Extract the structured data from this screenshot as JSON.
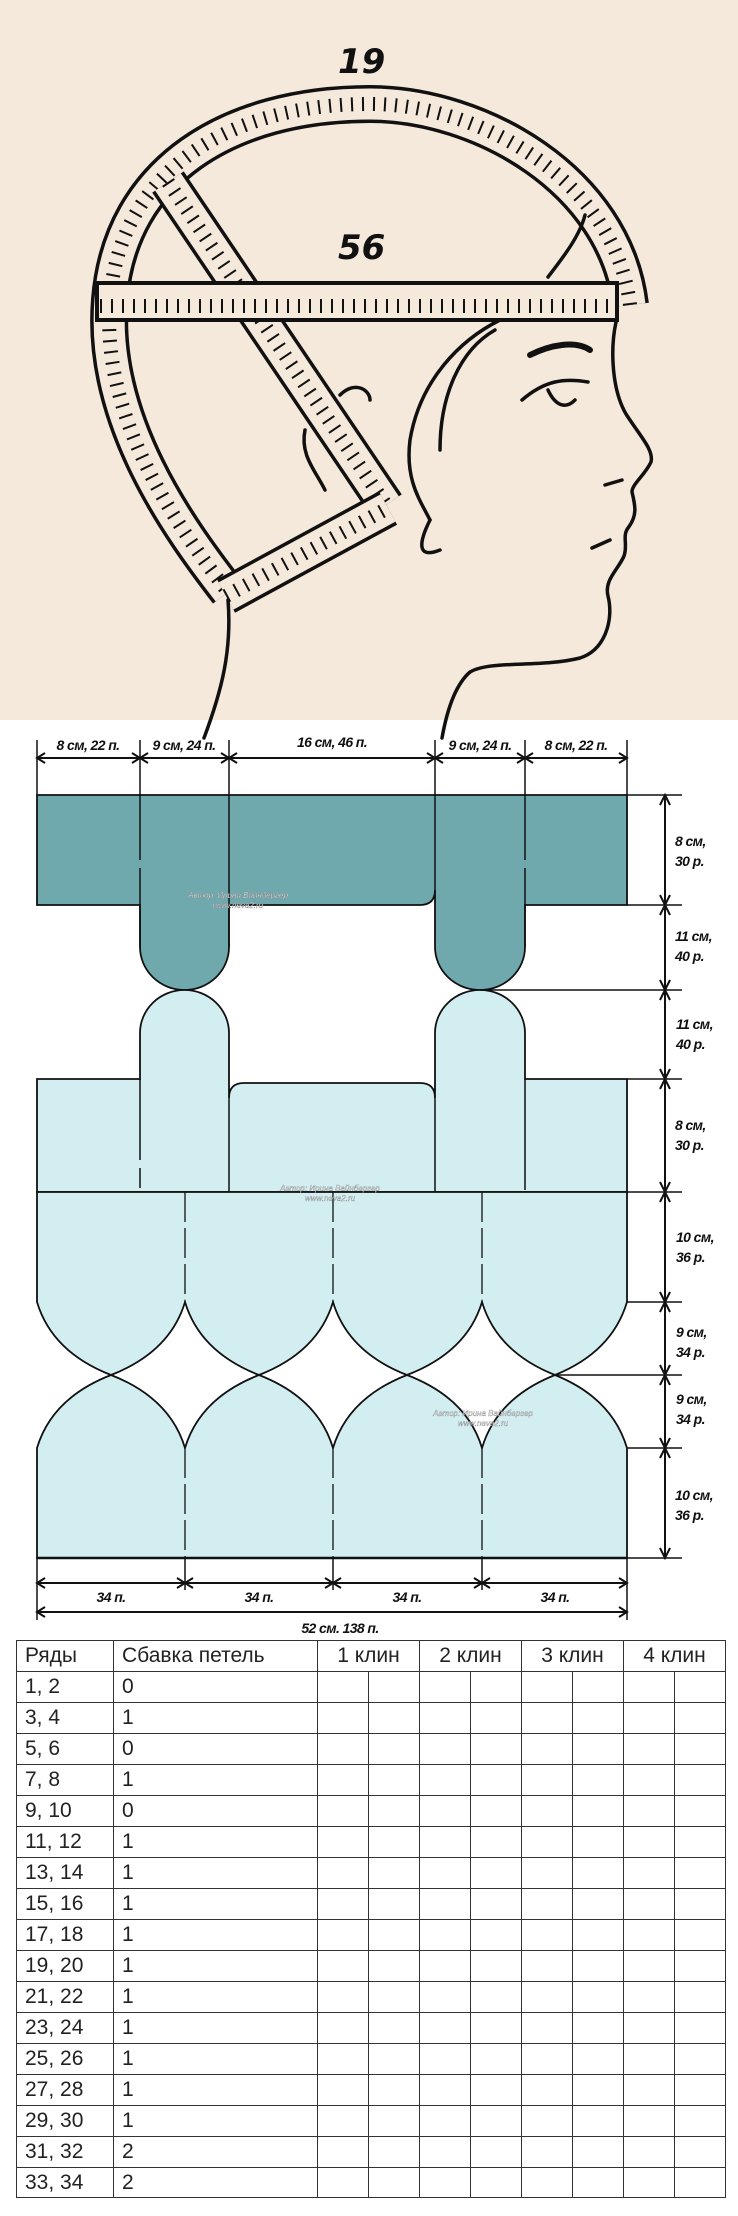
{
  "illustration": {
    "background": "#f5e9dc",
    "labels": {
      "crown": "19",
      "circumference": "56"
    }
  },
  "diagram": {
    "colors": {
      "crown": "#6fa9ae",
      "body": "#d3eef1",
      "line": "#111111"
    },
    "top_dims": [
      "8 см, 22 п.",
      "9 см, 24 п.",
      "16 см, 46 п.",
      "9 см, 24 п.",
      "8 см, 22 п."
    ],
    "right_dims": [
      {
        "cm": "8 см,",
        "rows": "30 р."
      },
      {
        "cm": "11 см,",
        "rows": "40 р."
      },
      {
        "cm": "11 см,",
        "rows": "40 р."
      },
      {
        "cm": "8 см,",
        "rows": "30 р."
      },
      {
        "cm": "10 см,",
        "rows": "36 р."
      },
      {
        "cm": "9 см,",
        "rows": "34 р."
      },
      {
        "cm": "9 см,",
        "rows": "34 р."
      },
      {
        "cm": "10 см,",
        "rows": "36 р."
      }
    ],
    "bottom_dims": [
      "34 п.",
      "34 п.",
      "34 п.",
      "34 п."
    ],
    "total": "52 см. 138 п.",
    "watermark": {
      "author": "Автор: Ирина Вайнбергер",
      "site": "www.neva2.ru"
    }
  },
  "table": {
    "headers": [
      "Ряды",
      "Сбавка петель",
      "1 клин",
      "2 клин",
      "3 клин",
      "4 клин"
    ],
    "rows": [
      {
        "rows": "1, 2",
        "dec": "0"
      },
      {
        "rows": "3, 4",
        "dec": "1"
      },
      {
        "rows": "5, 6",
        "dec": "0"
      },
      {
        "rows": "7, 8",
        "dec": "1"
      },
      {
        "rows": "9, 10",
        "dec": "0"
      },
      {
        "rows": "11, 12",
        "dec": "1"
      },
      {
        "rows": "13, 14",
        "dec": "1"
      },
      {
        "rows": "15, 16",
        "dec": "1"
      },
      {
        "rows": "17, 18",
        "dec": "1"
      },
      {
        "rows": "19, 20",
        "dec": "1"
      },
      {
        "rows": "21, 22",
        "dec": "1"
      },
      {
        "rows": "23, 24",
        "dec": "1"
      },
      {
        "rows": "25, 26",
        "dec": "1"
      },
      {
        "rows": "27, 28",
        "dec": "1"
      },
      {
        "rows": "29, 30",
        "dec": "1"
      },
      {
        "rows": "31, 32",
        "dec": "2"
      },
      {
        "rows": "33, 34",
        "dec": "2"
      }
    ]
  }
}
